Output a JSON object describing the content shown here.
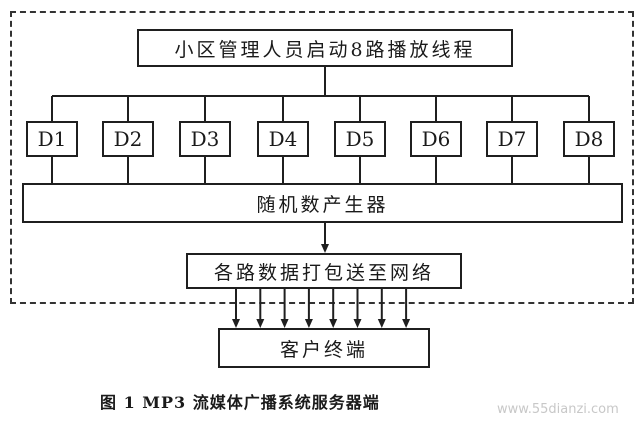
{
  "diagram": {
    "top_box": "小区管理人员启动8路播放线程",
    "channels": [
      "D1",
      "D2",
      "D3",
      "D4",
      "D5",
      "D6",
      "D7",
      "D8"
    ],
    "rng_box": "随机数产生器",
    "pack_box": "各路数据打包送至网络",
    "client_box": "客户终端",
    "caption": "图 1 MP3 流媒体广播系统服务器端"
  },
  "watermark": "www.55dianzi.com",
  "colors": {
    "line": "#1f1f1f",
    "frame": "#333333",
    "watermark": "#c8c8c8"
  }
}
